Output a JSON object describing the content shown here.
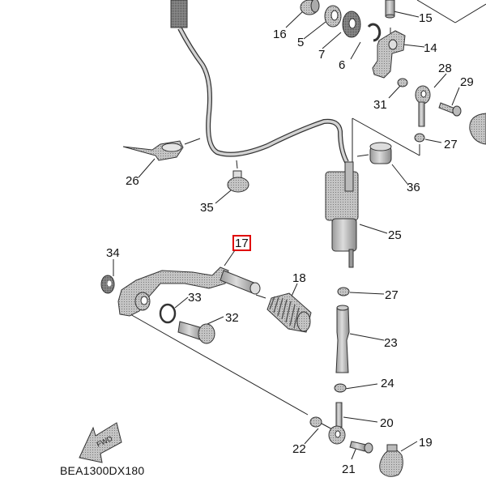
{
  "diagram": {
    "type": "exploded parts diagram",
    "drawing_code": "BEA1300DX180",
    "direction_marker": "FWD",
    "highlighted_part": "17",
    "highlight_color": "#e00000",
    "part_fill": "#b8b8b8",
    "part_stroke": "#333333"
  },
  "callouts": [
    {
      "id": "16",
      "label": "16"
    },
    {
      "id": "5",
      "label": "5"
    },
    {
      "id": "7",
      "label": "7"
    },
    {
      "id": "6",
      "label": "6"
    },
    {
      "id": "15",
      "label": "15"
    },
    {
      "id": "14",
      "label": "14"
    },
    {
      "id": "28",
      "label": "28"
    },
    {
      "id": "29",
      "label": "29"
    },
    {
      "id": "31",
      "label": "31"
    },
    {
      "id": "27a",
      "label": "27"
    },
    {
      "id": "26",
      "label": "26"
    },
    {
      "id": "36",
      "label": "36"
    },
    {
      "id": "35",
      "label": "35"
    },
    {
      "id": "25",
      "label": "25"
    },
    {
      "id": "17",
      "label": "17"
    },
    {
      "id": "34",
      "label": "34"
    },
    {
      "id": "18",
      "label": "18"
    },
    {
      "id": "33",
      "label": "33"
    },
    {
      "id": "32",
      "label": "32"
    },
    {
      "id": "27b",
      "label": "27"
    },
    {
      "id": "23",
      "label": "23"
    },
    {
      "id": "24",
      "label": "24"
    },
    {
      "id": "20",
      "label": "20"
    },
    {
      "id": "19",
      "label": "19"
    },
    {
      "id": "22",
      "label": "22"
    },
    {
      "id": "21",
      "label": "21"
    }
  ]
}
